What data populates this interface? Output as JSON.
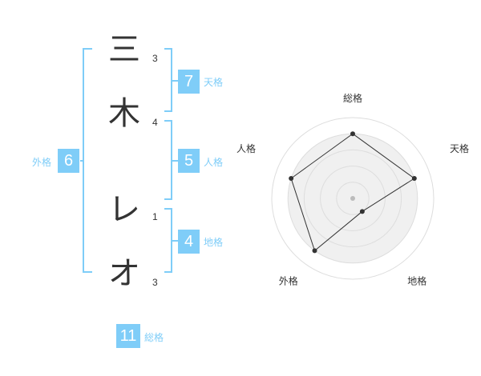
{
  "name_chars": [
    {
      "char": "三",
      "strokes": "3"
    },
    {
      "char": "木",
      "strokes": "4"
    },
    {
      "char": "レ",
      "strokes": "1"
    },
    {
      "char": "オ",
      "strokes": "3"
    }
  ],
  "kakaku": {
    "tenkaku": {
      "value": "7",
      "label": "天格"
    },
    "jinkaku": {
      "value": "5",
      "label": "人格"
    },
    "chikaku": {
      "value": "4",
      "label": "地格"
    },
    "gaikaku": {
      "value": "6",
      "label": "外格"
    },
    "soukaku": {
      "value": "11",
      "label": "総格"
    }
  },
  "accent_color": "#7fcdf8",
  "chart_data": {
    "type": "radar",
    "axes": [
      "総格",
      "天格",
      "地格",
      "外格",
      "人格"
    ],
    "values": [
      4,
      4,
      1,
      4,
      4
    ],
    "max": 5,
    "rings": 5
  }
}
